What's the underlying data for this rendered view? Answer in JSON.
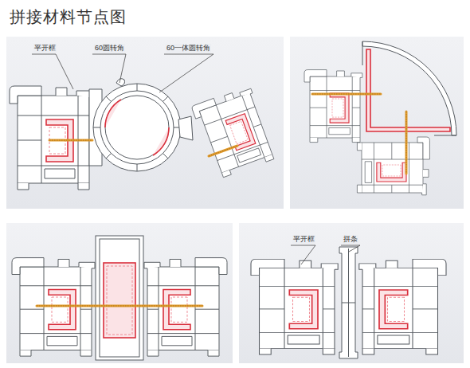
{
  "diagram": {
    "title": "拼接材料节点图",
    "labels": [
      "平开框",
      "60圆转角",
      "60一体圆转角",
      "平开框",
      "拼条"
    ]
  }
}
